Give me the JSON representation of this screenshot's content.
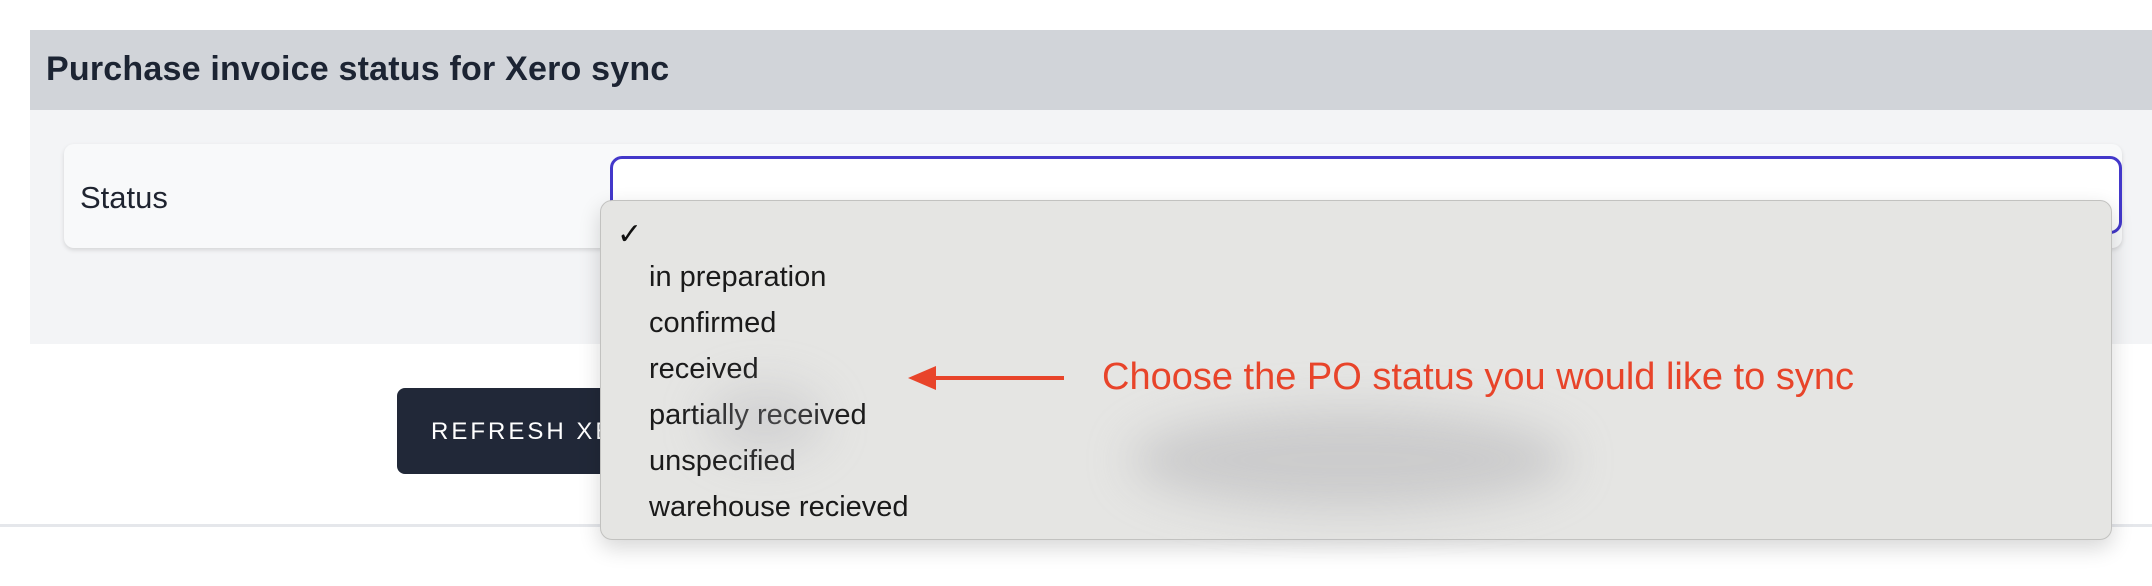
{
  "panel": {
    "title": "Purchase invoice status for Xero sync"
  },
  "status_field": {
    "label": "Status",
    "selected_value": ""
  },
  "refresh_button": {
    "label": "REFRESH XERO"
  },
  "dropdown": {
    "check_glyph": "✓",
    "options": [
      "in preparation",
      "confirmed",
      "received",
      "partially received",
      "unspecified",
      "warehouse recieved"
    ]
  },
  "annotation": {
    "text": "Choose the PO status you would like to sync",
    "color": "#e8442a"
  },
  "colors": {
    "header_bg": "#d1d4d9",
    "panel_bg": "#f3f4f6",
    "select_focus_border": "#4338ca",
    "button_bg": "#212838",
    "dropdown_bg": "#e5e5e3"
  }
}
